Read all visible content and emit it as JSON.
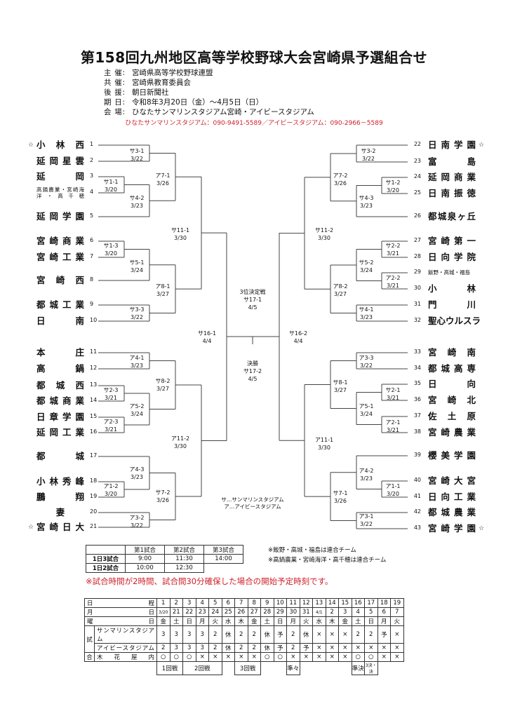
{
  "header": {
    "title": "第158回九州地区高等学校野球大会宮崎県予選組合せ",
    "info": [
      {
        "key": "主 催:",
        "value": "宮崎県高等学校野球連盟"
      },
      {
        "key": "共 催:",
        "value": "宮崎県教育委員会"
      },
      {
        "key": "後 援:",
        "value": "朝日新聞社"
      },
      {
        "key": "期 日:",
        "value": "令和8年3月20日（金）～4月5日（日）"
      },
      {
        "key": "会 場:",
        "value": "ひなたサンマリンスタジアム宮崎・アイビースタジアム"
      }
    ],
    "contact": "ひなたサンマリンスタジアム：090-9491-5589／アイビースタジアム：090-2966－5589"
  },
  "teams_left": [
    {
      "num": "1",
      "name": "小林西",
      "star": "☆"
    },
    {
      "num": "2",
      "name": "延岡星雲"
    },
    {
      "num": "3",
      "name": "延岡"
    },
    {
      "num": "4",
      "name": "高鍋農業・宮崎海洋・高千穂"
    },
    {
      "num": "5",
      "name": "延岡学園"
    },
    {
      "num": "6",
      "name": "宮崎商業"
    },
    {
      "num": "7",
      "name": "宮崎工業"
    },
    {
      "num": "8",
      "name": "宮崎西"
    },
    {
      "num": "9",
      "name": "都城工業"
    },
    {
      "num": "10",
      "name": "日南"
    },
    {
      "num": "11",
      "name": "本庄"
    },
    {
      "num": "12",
      "name": "高鍋"
    },
    {
      "num": "13",
      "name": "都城西"
    },
    {
      "num": "14",
      "name": "都城商業"
    },
    {
      "num": "15",
      "name": "日章学園"
    },
    {
      "num": "16",
      "name": "延岡工業"
    },
    {
      "num": "17",
      "name": "都城"
    },
    {
      "num": "18",
      "name": "小林秀峰"
    },
    {
      "num": "19",
      "name": "鵬翔"
    },
    {
      "num": "20",
      "name": "妻"
    },
    {
      "num": "21",
      "name": "宮崎日大",
      "star": "☆"
    }
  ],
  "teams_right": [
    {
      "num": "22",
      "name": "日南学園",
      "star": "☆"
    },
    {
      "num": "23",
      "name": "富島"
    },
    {
      "num": "24",
      "name": "延岡商業"
    },
    {
      "num": "25",
      "name": "日南振徳"
    },
    {
      "num": "26",
      "name": "都城泉ヶ丘"
    },
    {
      "num": "27",
      "name": "宮崎第一"
    },
    {
      "num": "28",
      "name": "日向学院"
    },
    {
      "num": "29",
      "name": "飯野・高城・福島"
    },
    {
      "num": "30",
      "name": "小林"
    },
    {
      "num": "31",
      "name": "門川"
    },
    {
      "num": "32",
      "name": "聖心ウルスラ"
    },
    {
      "num": "33",
      "name": "宮崎南"
    },
    {
      "num": "34",
      "name": "都城高専"
    },
    {
      "num": "35",
      "name": "日向"
    },
    {
      "num": "36",
      "name": "宮崎北"
    },
    {
      "num": "37",
      "name": "佐土原"
    },
    {
      "num": "38",
      "name": "宮崎農業"
    },
    {
      "num": "39",
      "name": "櫻美学園"
    },
    {
      "num": "40",
      "name": "宮崎大宮"
    },
    {
      "num": "41",
      "name": "日向工業"
    },
    {
      "num": "42",
      "name": "都城農業"
    },
    {
      "num": "43",
      "name": "宮崎学園",
      "star": "☆"
    }
  ],
  "matches": [
    {
      "code": "サ3-1",
      "date": "3/22"
    },
    {
      "code": "ア7-1",
      "date": "3/26"
    },
    {
      "code": "サ1-1",
      "date": "3/20"
    },
    {
      "code": "サ4-2",
      "date": "3/23"
    },
    {
      "code": "サ11-1",
      "date": "3/30"
    },
    {
      "code": "サ1-3",
      "date": "3/20"
    },
    {
      "code": "サ5-1",
      "date": "3/24"
    },
    {
      "code": "ア8-1",
      "date": "3/27"
    },
    {
      "code": "サ3-3",
      "date": "3/22"
    },
    {
      "code": "サ16-1",
      "date": "4/4"
    },
    {
      "code": "ア4-1",
      "date": "3/23"
    },
    {
      "code": "サ8-2",
      "date": "3/27"
    },
    {
      "code": "サ2-3",
      "date": "3/21"
    },
    {
      "code": "ア5-2",
      "date": "3/24"
    },
    {
      "code": "ア2-3",
      "date": "3/21"
    },
    {
      "code": "ア11-2",
      "date": "3/30"
    },
    {
      "code": "ア4-3",
      "date": "3/23"
    },
    {
      "code": "ア1-2",
      "date": "3/20"
    },
    {
      "code": "サ7-2",
      "date": "3/26"
    },
    {
      "code": "ア3-2",
      "date": "3/22"
    },
    {
      "code": "サ3-2",
      "date": "3/22"
    },
    {
      "code": "ア7-2",
      "date": "3/26"
    },
    {
      "code": "サ1-2",
      "date": "3/20"
    },
    {
      "code": "サ4-3",
      "date": "3/23"
    },
    {
      "code": "サ11-2",
      "date": "3/30"
    },
    {
      "code": "サ2-2",
      "date": "3/21"
    },
    {
      "code": "サ5-2",
      "date": "3/24"
    },
    {
      "code": "ア2-2",
      "date": "3/21"
    },
    {
      "code": "ア8-2",
      "date": "3/27"
    },
    {
      "code": "サ4-1",
      "date": "3/23"
    },
    {
      "code": "サ16-2",
      "date": "4/4"
    },
    {
      "code": "ア3-3",
      "date": "3/22"
    },
    {
      "code": "サ8-1",
      "date": "3/27"
    },
    {
      "code": "サ2-1",
      "date": "3/21"
    },
    {
      "code": "ア5-1",
      "date": "3/24"
    },
    {
      "code": "ア2-1",
      "date": "3/21"
    },
    {
      "code": "ア11-1",
      "date": "3/30"
    },
    {
      "code": "ア4-2",
      "date": "3/23"
    },
    {
      "code": "ア1-1",
      "date": "3/20"
    },
    {
      "code": "サ7-1",
      "date": "3/26"
    },
    {
      "code": "ア3-1",
      "date": "3/22"
    }
  ],
  "center": {
    "third_place": {
      "title": "3位決定戦",
      "code": "サ17-1",
      "date": "4/5"
    },
    "final": {
      "title": "決勝",
      "code": "サ17-2",
      "date": "4/5"
    },
    "legend": [
      "サ…サンマリンスタジアム",
      "ア…アイビースタジアム"
    ]
  },
  "times_table": {
    "headers": [
      "",
      "第1試合",
      "第2試合",
      "第3試合"
    ],
    "rows": [
      [
        "1日3試合",
        "9:00",
        "11:30",
        "14:00"
      ],
      [
        "1日2試合",
        "10:00",
        "12:30"
      ]
    ]
  },
  "notes": [
    "※飯野・高城・福島は連合チーム",
    "※高鍋農業・宮崎海洋・高千穂は連合チーム"
  ],
  "red_note": "※試合時間が2時間、試合間30分確保した場合の開始予定時刻です。",
  "schedule": {
    "row_labels": {
      "day": "日程",
      "date": "月日",
      "weekday": "曜日",
      "side_top": "試",
      "side_bottom": "合",
      "sunmarine": "サンマリンスタジアム",
      "ivy": "アイビースタジアム",
      "kibana": "木花屋内"
    },
    "days": [
      "1",
      "2",
      "3",
      "4",
      "5",
      "6",
      "7",
      "8",
      "9",
      "10",
      "11",
      "12",
      "13",
      "14",
      "15",
      "16",
      "17",
      "18",
      "19"
    ],
    "dates": [
      "3/20",
      "21",
      "22",
      "23",
      "24",
      "25",
      "26",
      "27",
      "28",
      "29",
      "30",
      "31",
      "4/1",
      "2",
      "3",
      "4",
      "5",
      "6",
      "7"
    ],
    "weekdays": [
      "金",
      "土",
      "日",
      "月",
      "火",
      "水",
      "木",
      "金",
      "土",
      "日",
      "月",
      "火",
      "水",
      "木",
      "金",
      "土",
      "日",
      "月",
      "火"
    ],
    "sunmarine": [
      "3",
      "3",
      "3",
      "3",
      "2",
      "休",
      "2",
      "2",
      "休",
      "予",
      "2",
      "休",
      "×",
      "×",
      "×",
      "2",
      "2",
      "予",
      "×"
    ],
    "ivy": [
      "2",
      "3",
      "3",
      "3",
      "2",
      "休",
      "2",
      "2",
      "休",
      "予",
      "2",
      "予",
      "×",
      "×",
      "×",
      "×",
      "×",
      "×",
      "×"
    ],
    "kibana": [
      "○",
      "○",
      "○",
      "×",
      "×",
      "×",
      "×",
      "×",
      "○",
      "○",
      "×",
      "×",
      "×",
      "×",
      "×",
      "○",
      "○",
      "×",
      "×"
    ],
    "stages": [
      {
        "label": "1回戦",
        "span": 2
      },
      {
        "label": "2回戦",
        "span": 3
      },
      {
        "label": "",
        "span": 1
      },
      {
        "label": "3回戦",
        "span": 2
      },
      {
        "label": "",
        "span": 2
      },
      {
        "label": "準々",
        "span": 1
      },
      {
        "label": "",
        "span": 4
      },
      {
        "label": "準決",
        "span": 1
      },
      {
        "label": "3決・決",
        "span": 1
      },
      {
        "label": "",
        "span": 2
      }
    ]
  }
}
